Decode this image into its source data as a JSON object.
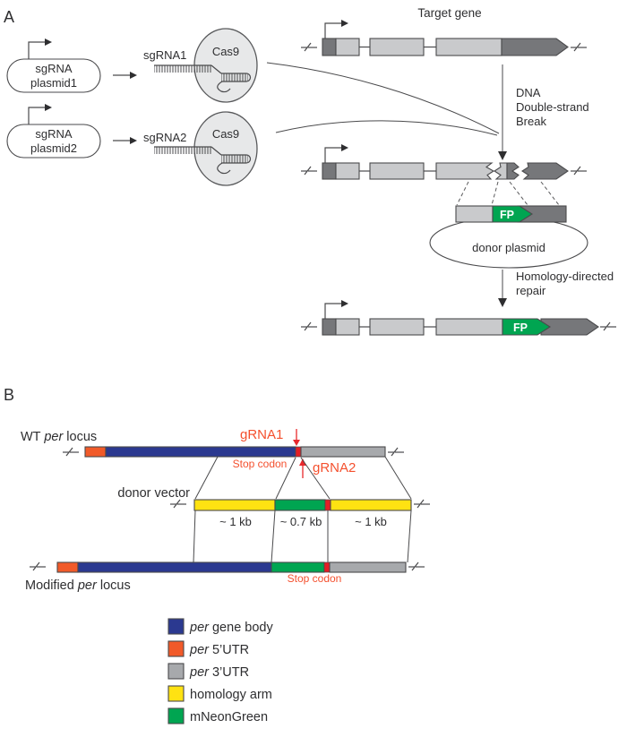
{
  "panelA": {
    "label": "A",
    "plasmid1_line1": "sgRNA",
    "plasmid1_line2": "plasmid1",
    "plasmid2_line1": "sgRNA",
    "plasmid2_line2": "plasmid2",
    "sgrna1": "sgRNA1",
    "sgrna2": "sgRNA2",
    "cas9": "Cas9",
    "target_gene": "Target gene",
    "dsb": [
      "DNA",
      "Double-strand",
      "Break"
    ],
    "donor_plasmid": "donor plasmid",
    "fp": "FP",
    "hdr1": "Homology-directed",
    "hdr2": "repair"
  },
  "panelB": {
    "label": "B",
    "wt_prefix": "WT ",
    "wt_italic": "per",
    "wt_suffix": " locus",
    "mod_prefix": "Modified ",
    "mod_italic": "per",
    "mod_suffix": " locus",
    "donor_vector": "donor vector",
    "grna1": "gRNA1",
    "grna2": "gRNA2",
    "stop_codon": "Stop codon",
    "kb1": "~ 1 kb",
    "kb2": "~ 0.7 kb",
    "kb3": "~ 1 kb"
  },
  "legend": {
    "items": [
      {
        "color": "#2B3990",
        "em": "per",
        "text": " gene body"
      },
      {
        "color": "#F15A29",
        "em": "per",
        "text": " 5’UTR"
      },
      {
        "color": "#A7A9AC",
        "em": "per",
        "text": " 3’UTR"
      },
      {
        "color": "#FFE212",
        "em": "",
        "text": "homology arm"
      },
      {
        "color": "#00A551",
        "em": "",
        "text": "mNeonGreen"
      }
    ]
  },
  "colors": {
    "per_gene_body_blue": "#2B3990",
    "per_5utr_orange": "#F15A29",
    "per_3utr_gray": "#A7A9AC",
    "homology_arm_yellow": "#FFE212",
    "mneongreen_green": "#00A551",
    "stop_codon_red": "#E31E25",
    "grna_label_red": "#F4502E",
    "exon_light_gray": "#C9CACC",
    "utr_dark_gray": "#76777A",
    "cas9_fill_gray": "#E7E8E9"
  }
}
